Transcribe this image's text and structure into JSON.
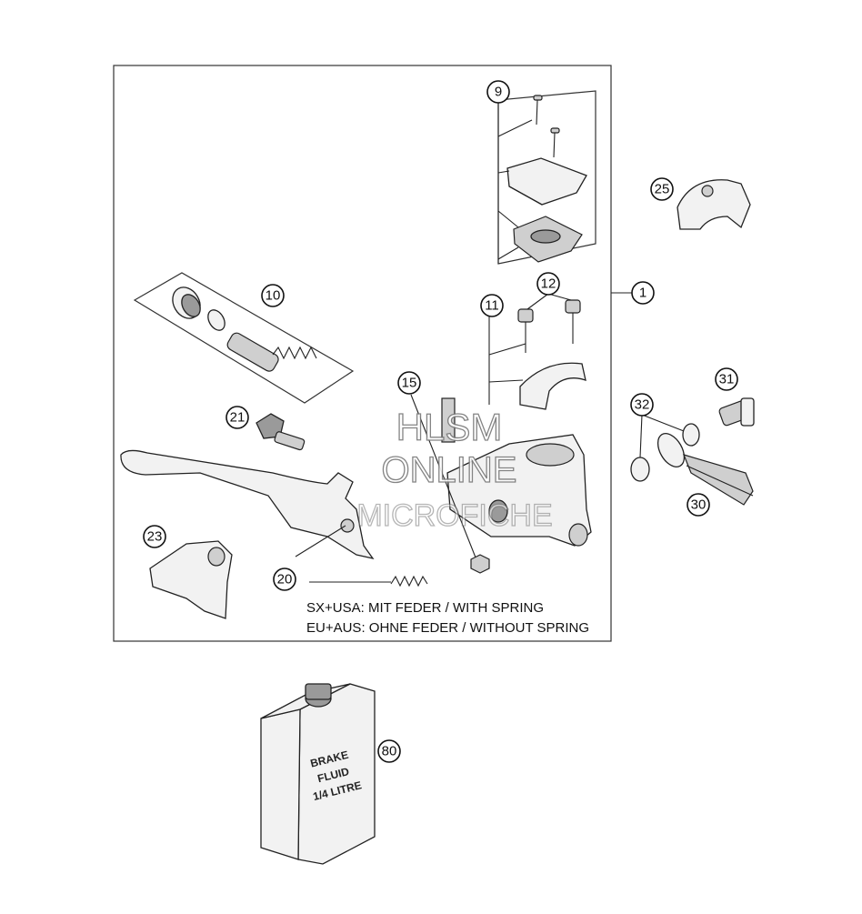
{
  "callouts": {
    "c1": "1",
    "c9": "9",
    "c10": "10",
    "c11": "11",
    "c12": "12",
    "c15": "15",
    "c20": "20",
    "c21": "21",
    "c23": "23",
    "c25": "25",
    "c30": "30",
    "c31": "31",
    "c32": "32",
    "c80": "80"
  },
  "notes": {
    "line1": "SX+USA:  MIT FEDER / WITH SPRING",
    "line2": "EU+AUS:  OHNE FEDER / WITHOUT SPRING"
  },
  "can_label": {
    "line1": "BRAKE",
    "line2": "FLUID",
    "line3": "1/4 LITRE"
  },
  "watermark": {
    "line1": "HLSM",
    "line2": "ONLINE",
    "line3": "MICROFICHE"
  }
}
